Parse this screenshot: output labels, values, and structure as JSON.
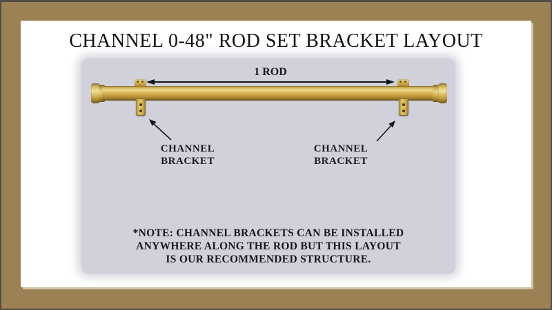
{
  "title": "CHANNEL 0-48\" ROD SET BRACKET LAYOUT",
  "diagram": {
    "dimension_label": "1 ROD",
    "left_bracket_label": {
      "line1": "CHANNEL",
      "line2": "BRACKET"
    },
    "right_bracket_label": {
      "line1": "CHANNEL",
      "line2": "BRACKET"
    },
    "note": {
      "line1": "*NOTE: CHANNEL BRACKETS CAN BE INSTALLED",
      "line2": "ANYWHERE ALONG THE ROD BUT THIS LAYOUT",
      "line3": "IS OUR RECOMMENDED STRUCTURE."
    }
  },
  "colors": {
    "frame_tan": "#9c8154",
    "frame_edge_dark": "#4f4c46",
    "inner_panel_white": "#ffffff",
    "diagram_background": "#d0d1da",
    "rod_gold": "#cfa94e",
    "text": "#131313"
  }
}
